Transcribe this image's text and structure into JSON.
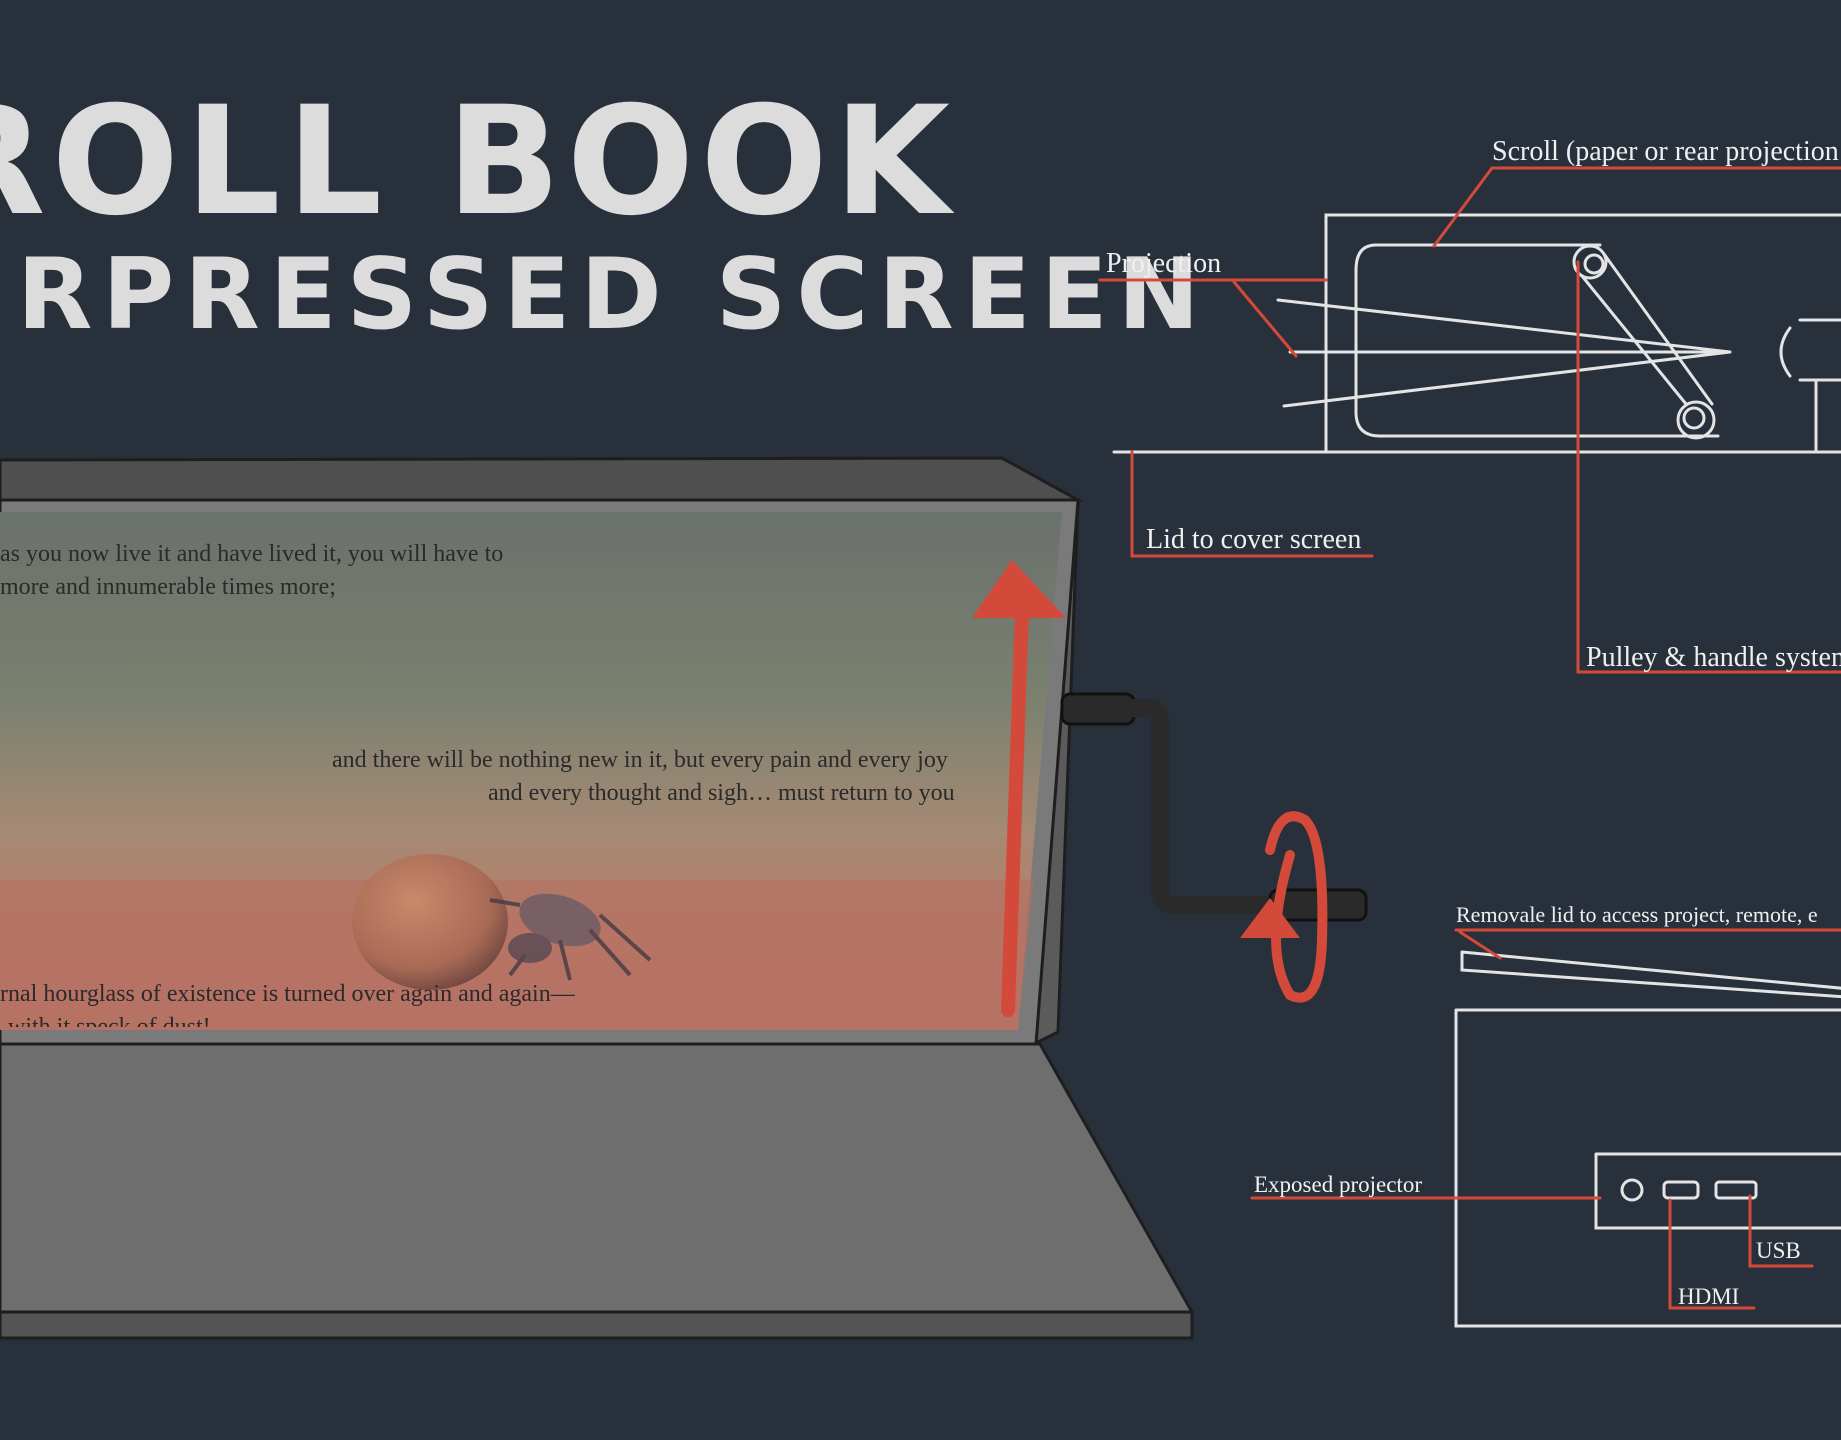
{
  "title": {
    "line1": "ROLL BOOK",
    "line2": "ERPRESSED SCREEN"
  },
  "screen_text": {
    "quote1_line1": "as you now live it and have lived it, you will have to",
    "quote1_line2": "more and innumerable times more;",
    "quote2_line1": "and there will be nothing new in it, but every pain and every joy",
    "quote2_line2": "and every thought and sigh… must return to you",
    "quote3_line1": "rnal hourglass of existence is turned over again and again—",
    "quote3_line2": "with it speck of dust!"
  },
  "labels": {
    "scroll": "Scroll (paper or rear projection",
    "projection": "Projection",
    "lid": "Lid to cover screen",
    "pulley": "Pulley & handle system",
    "removable_lid": "Removale lid to access project, remote, e",
    "exposed_projector": "Exposed projector",
    "usb": "USB",
    "hdmi": "HDMI"
  },
  "colors": {
    "background": "#28303c",
    "chalk": "#e4e4e4",
    "accent_red": "#d44a3a",
    "box_gray": "#6e6e6e"
  }
}
